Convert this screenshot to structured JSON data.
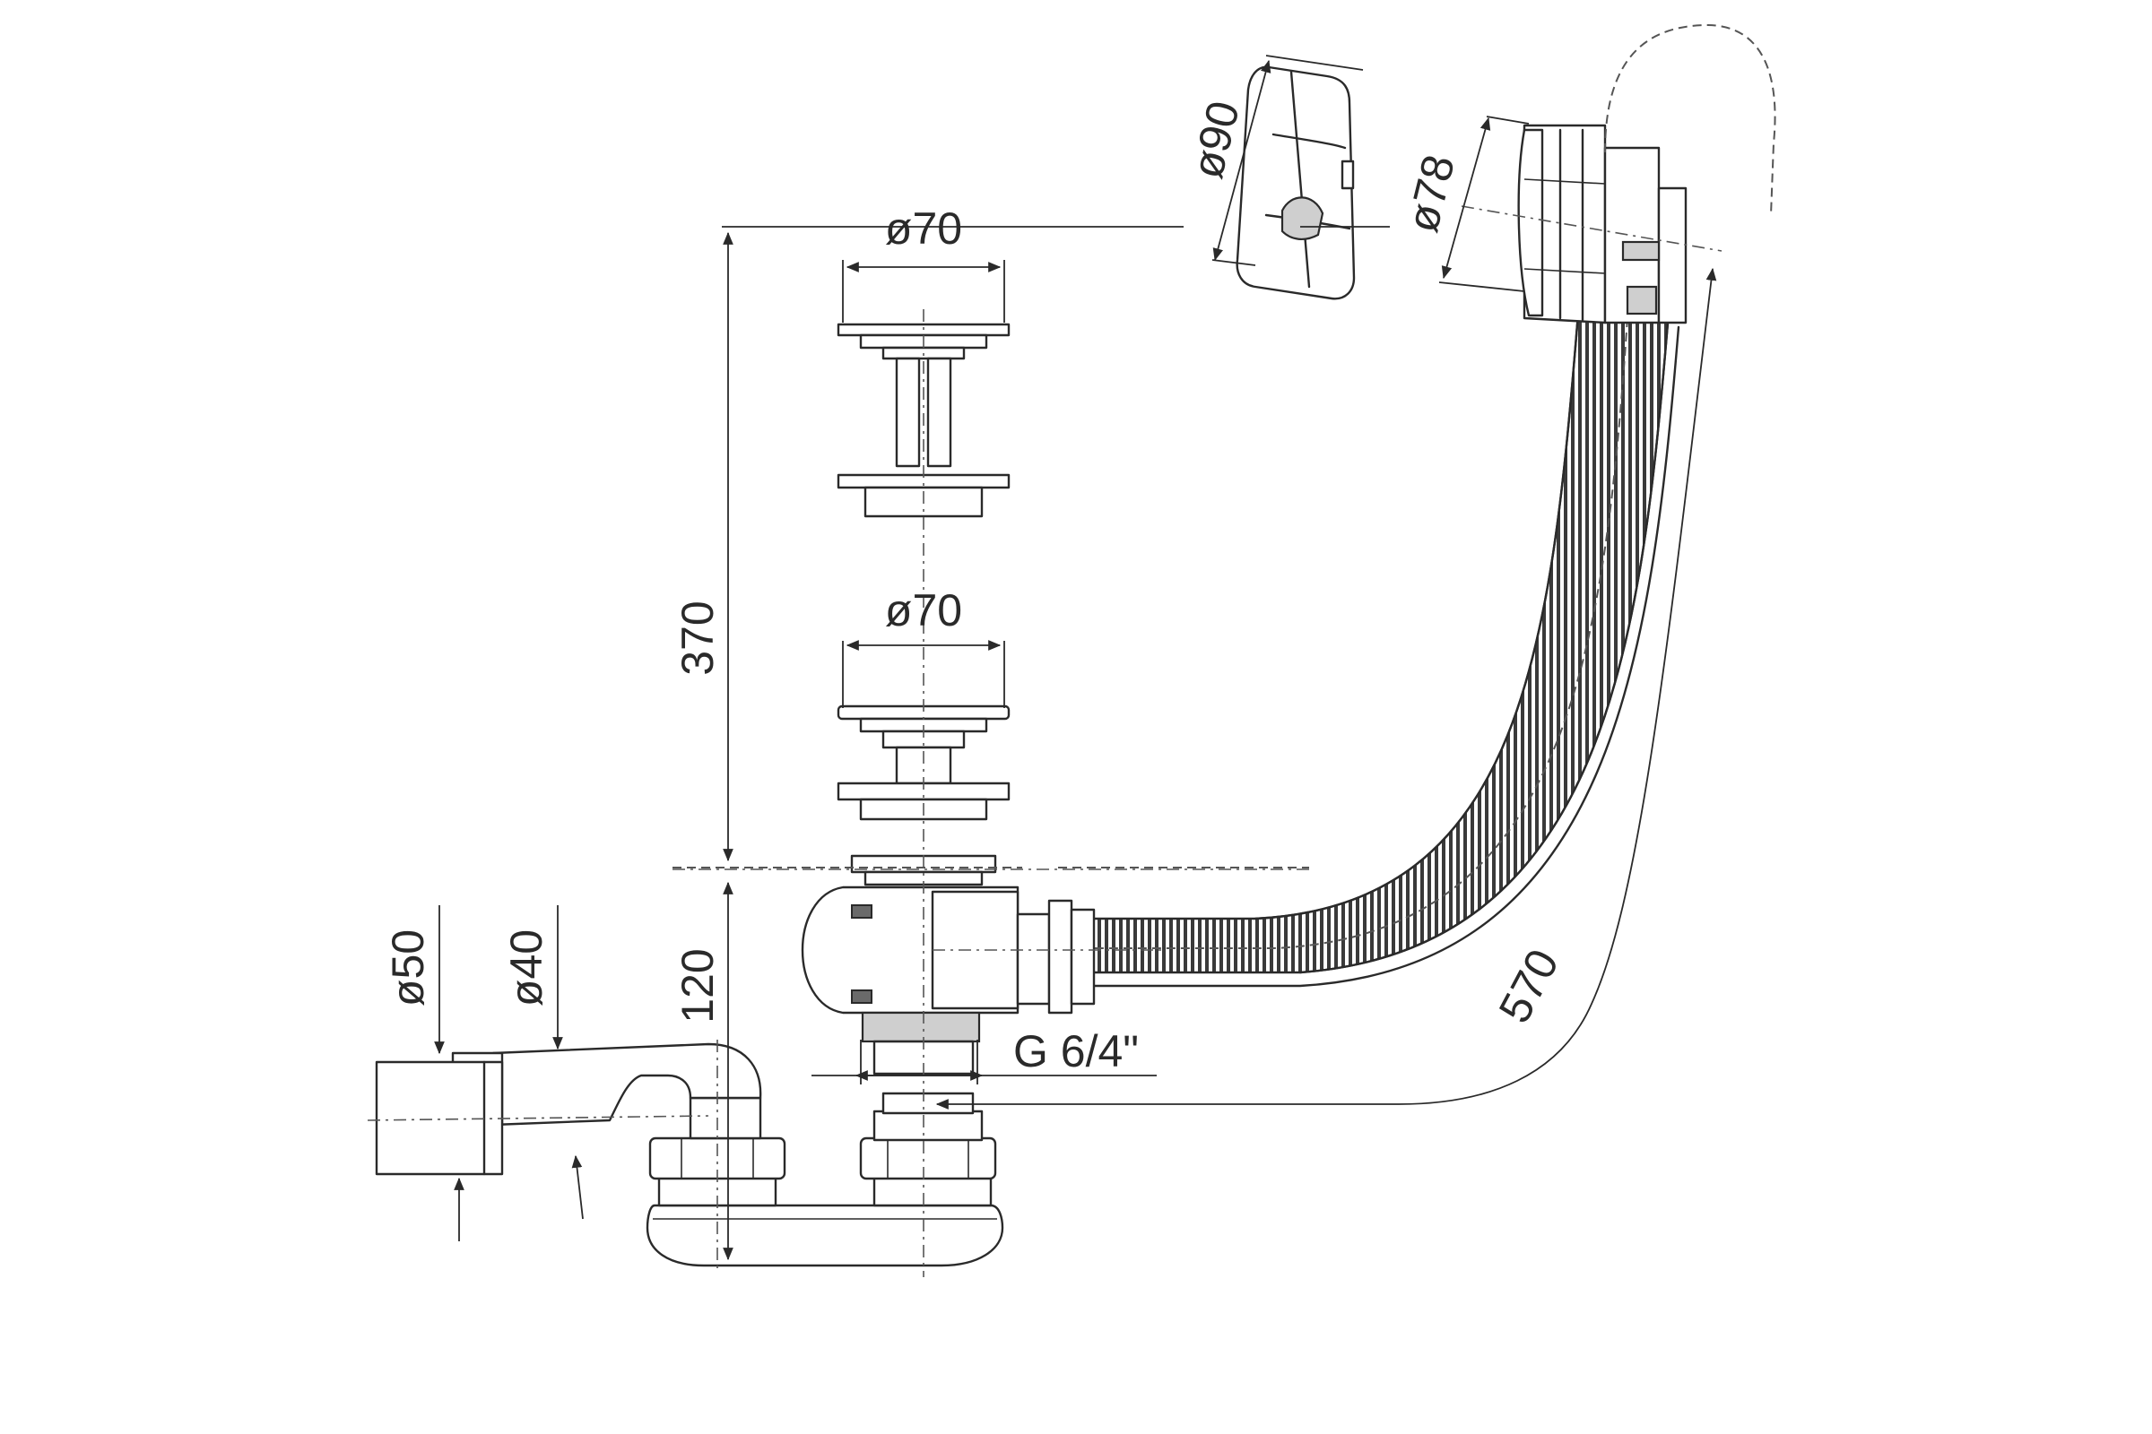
{
  "dimensions": {
    "stopper_top_diameter": "ø70",
    "stopper_bottom_diameter": "ø70",
    "overflow_cap_diameter": "ø90",
    "overflow_body_diameter": "ø78",
    "height_overflow_to_drain": "370",
    "height_drain_to_trap": "120",
    "outlet_outer_diameter": "ø50",
    "outlet_inner_diameter": "ø40",
    "drain_thread": "G 6/4\"",
    "hose_length": "570"
  }
}
